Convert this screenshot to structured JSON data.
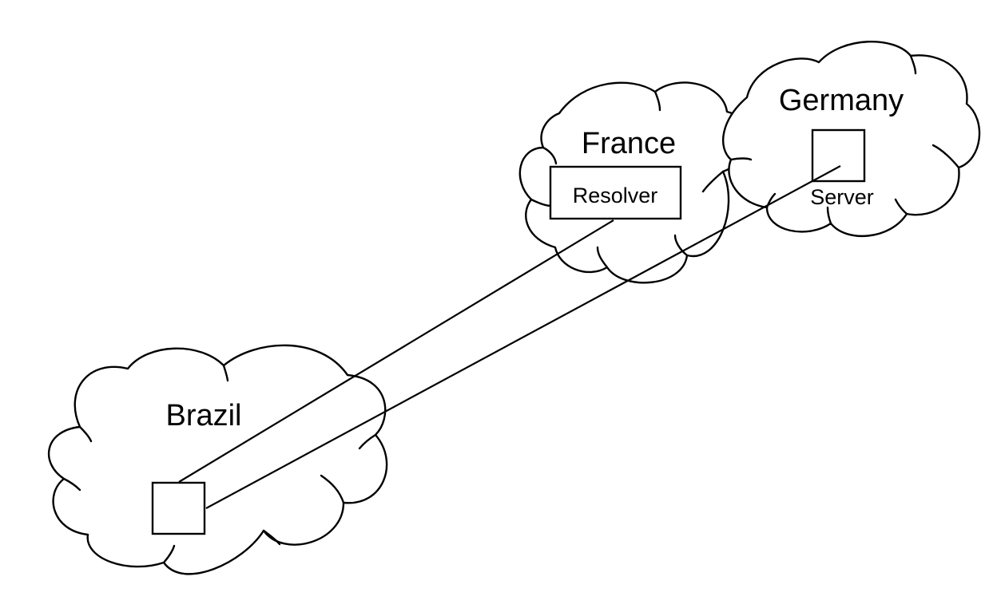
{
  "regions": {
    "brazil": {
      "label": "Brazil"
    },
    "france": {
      "label": "France"
    },
    "germany": {
      "label": "Germany"
    }
  },
  "nodes": {
    "resolver": {
      "label": "Resolver"
    },
    "server": {
      "label": "Server"
    },
    "client": {
      "label": ""
    }
  },
  "links": [
    {
      "from": "client",
      "to": "resolver"
    },
    {
      "from": "client",
      "to": "server"
    }
  ],
  "colors": {
    "stroke": "#000000",
    "background": "#ffffff"
  }
}
